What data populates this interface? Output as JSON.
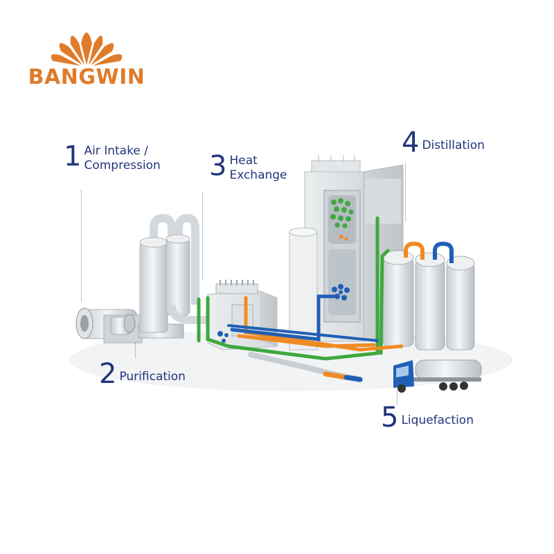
{
  "brand": {
    "name": "BANGWIN",
    "color": "#e07b2a"
  },
  "text_color": "#22347a",
  "pipe_colors": {
    "green": "#3fa83f",
    "orange": "#f08a24",
    "blue": "#1f5fb5",
    "steel": "#c9ced3"
  },
  "steps": [
    {
      "number": "1",
      "label": "Air Intake /\nCompression"
    },
    {
      "number": "2",
      "label": "Purification"
    },
    {
      "number": "3",
      "label": "Heat\nExchange"
    },
    {
      "number": "4",
      "label": "Distillation"
    },
    {
      "number": "5",
      "label": "Liquefaction"
    }
  ]
}
